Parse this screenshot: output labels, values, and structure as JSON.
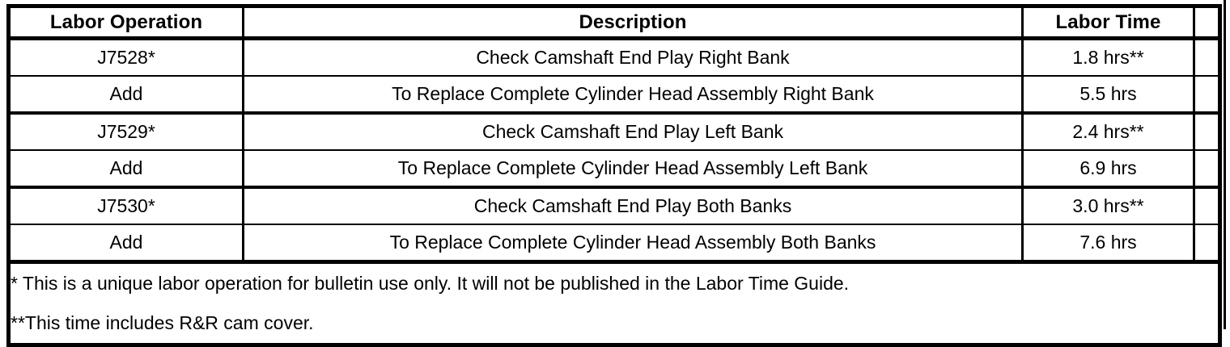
{
  "table": {
    "columns": [
      {
        "key": "operation",
        "label": "Labor Operation"
      },
      {
        "key": "description",
        "label": "Description"
      },
      {
        "key": "time",
        "label": "Labor Time"
      },
      {
        "key": "spacer",
        "label": ""
      }
    ],
    "rows": [
      {
        "operation": "J7528*",
        "description": "Check Camshaft End Play Right Bank",
        "time": "1.8 hrs**"
      },
      {
        "operation": "Add",
        "description": "To Replace Complete Cylinder Head Assembly Right Bank",
        "time": "5.5 hrs"
      },
      {
        "operation": "J7529*",
        "description": "Check Camshaft End Play Left Bank",
        "time": "2.4 hrs**"
      },
      {
        "operation": "Add",
        "description": "To Replace Complete Cylinder Head Assembly Left Bank",
        "time": "6.9 hrs"
      },
      {
        "operation": "J7530*",
        "description": "Check Camshaft End Play Both Banks",
        "time": "3.0 hrs**"
      },
      {
        "operation": "Add",
        "description": "To Replace Complete Cylinder Head Assembly Both Banks",
        "time": "7.6 hrs"
      }
    ],
    "notes": {
      "note_1": "* This is a unique labor operation for bulletin use only. It will not be published in the Labor Time Guide.",
      "note_2": "**This time includes R&R cam cover."
    }
  },
  "style": {
    "border_color": "#000000",
    "text_color": "#000000",
    "background": "#ffffff"
  }
}
